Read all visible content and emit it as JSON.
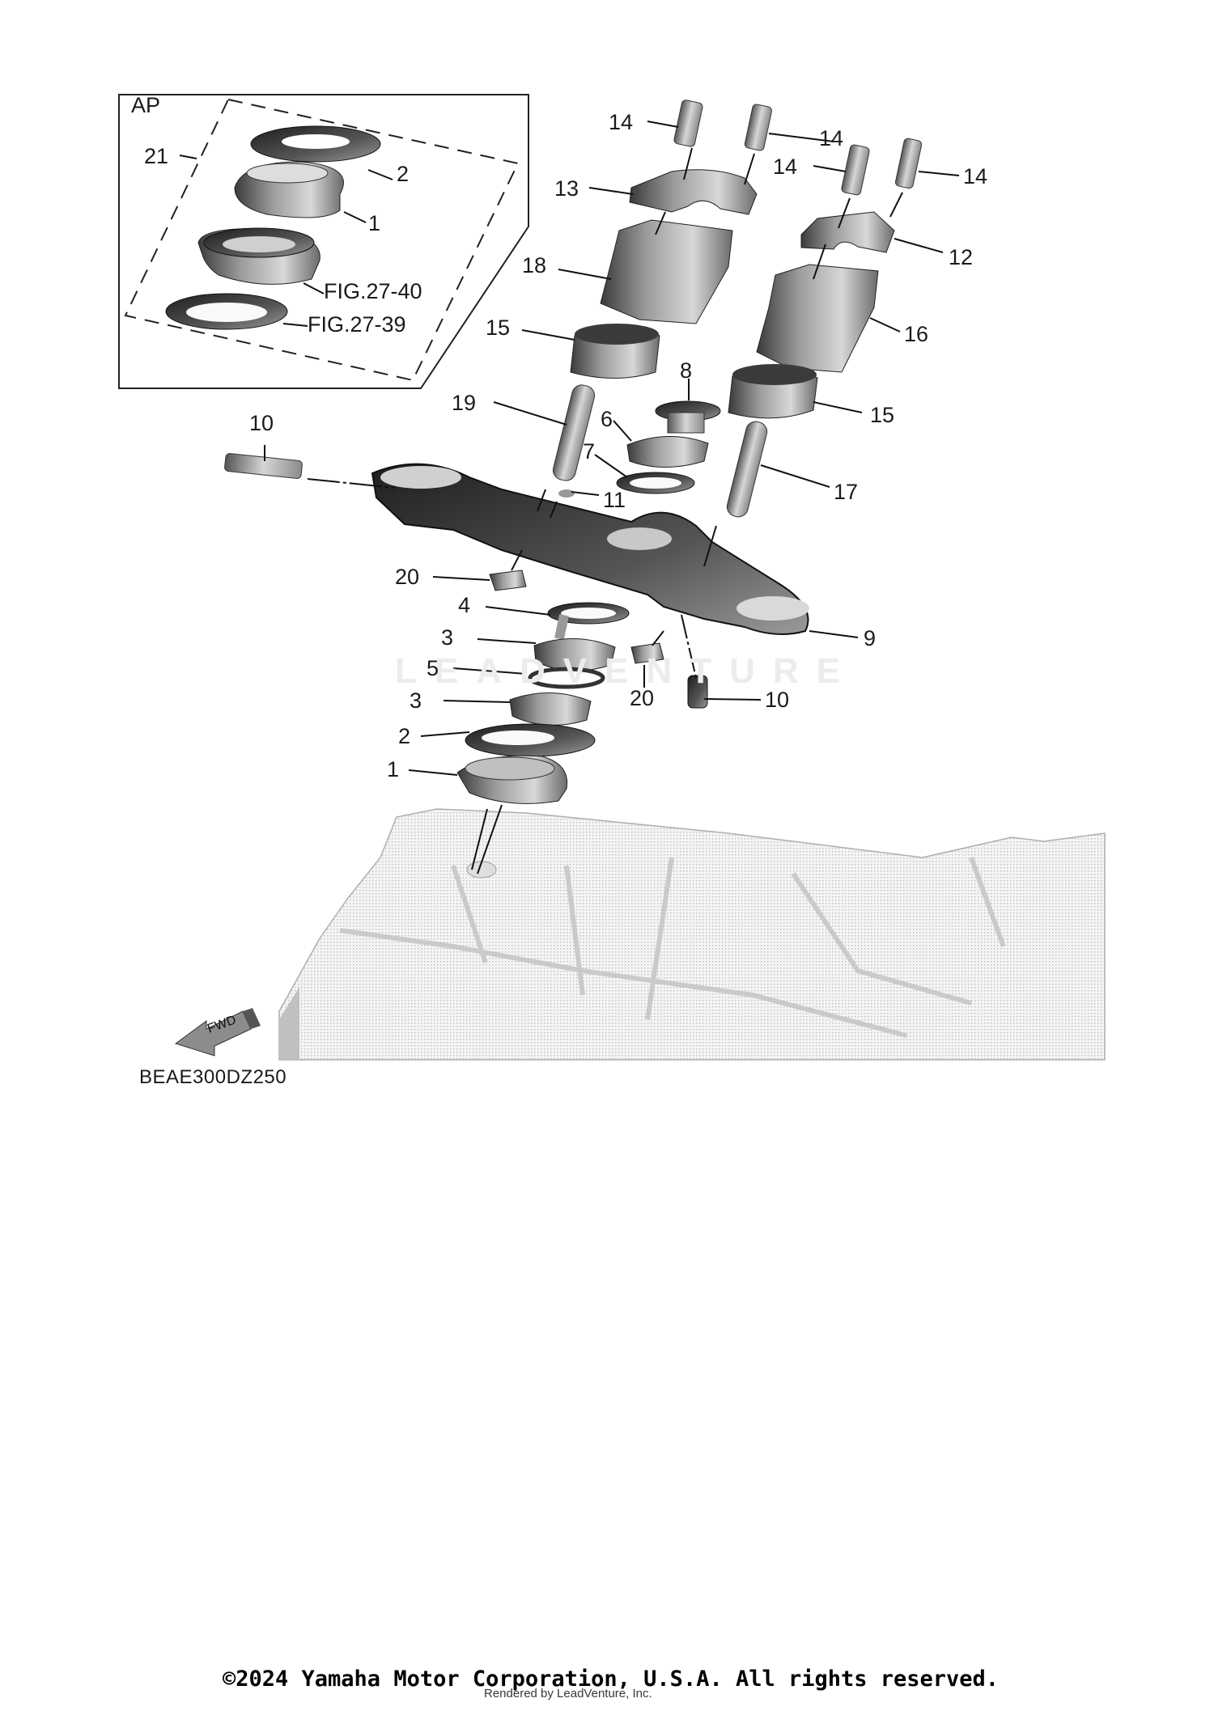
{
  "diagram": {
    "title_id": "BEAE300DZ250",
    "inset_label": "AP",
    "fwd_label": "FWD",
    "watermark": "LEADVENTURE",
    "copyright": "©2024 Yamaha Motor Corporation, U.S.A. All rights reserved.",
    "rendered_by": "Rendered by LeadVenture, Inc."
  },
  "inset": {
    "kit_callout": "21",
    "callouts": [
      {
        "label": "2",
        "part": "dust seal / washer"
      },
      {
        "label": "1",
        "part": "bearing"
      },
      {
        "label": "FIG.27-40",
        "part": "bearing race (ref figure)"
      },
      {
        "label": "FIG.27-39",
        "part": "bearing seat (ref figure)"
      }
    ]
  },
  "callouts": [
    {
      "id": "c14a",
      "label": "14"
    },
    {
      "id": "c14b",
      "label": "14"
    },
    {
      "id": "c14c",
      "label": "14"
    },
    {
      "id": "c14d",
      "label": "14"
    },
    {
      "id": "c13",
      "label": "13"
    },
    {
      "id": "c12",
      "label": "12"
    },
    {
      "id": "c18",
      "label": "18"
    },
    {
      "id": "c16",
      "label": "16"
    },
    {
      "id": "c15a",
      "label": "15"
    },
    {
      "id": "c15b",
      "label": "15"
    },
    {
      "id": "c8",
      "label": "8"
    },
    {
      "id": "c19",
      "label": "19"
    },
    {
      "id": "c6",
      "label": "6"
    },
    {
      "id": "c7",
      "label": "7"
    },
    {
      "id": "c17",
      "label": "17"
    },
    {
      "id": "c10a",
      "label": "10"
    },
    {
      "id": "c11",
      "label": "11"
    },
    {
      "id": "c20a",
      "label": "20"
    },
    {
      "id": "c4",
      "label": "4"
    },
    {
      "id": "c9",
      "label": "9"
    },
    {
      "id": "c3a",
      "label": "3"
    },
    {
      "id": "c5",
      "label": "5"
    },
    {
      "id": "c20b",
      "label": "20"
    },
    {
      "id": "c3b",
      "label": "3"
    },
    {
      "id": "c10b",
      "label": "10"
    },
    {
      "id": "c2",
      "label": "2"
    },
    {
      "id": "c1",
      "label": "1"
    }
  ]
}
